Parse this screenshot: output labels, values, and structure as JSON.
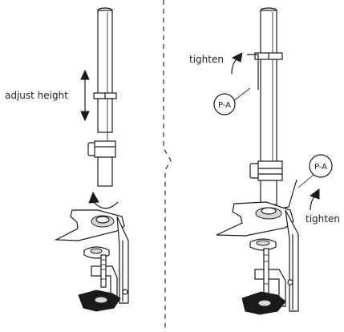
{
  "left_panel": {
    "adjust_label": "adjust height"
  },
  "right_panel": {
    "tighten_top_label": "tighten",
    "tighten_bottom_label": "tighten",
    "callout_top": "P-A",
    "callout_bottom": "P-A"
  },
  "colors": {
    "line": "#1a1a1a",
    "background": "#ffffff",
    "shade": "#d9d9d9"
  }
}
